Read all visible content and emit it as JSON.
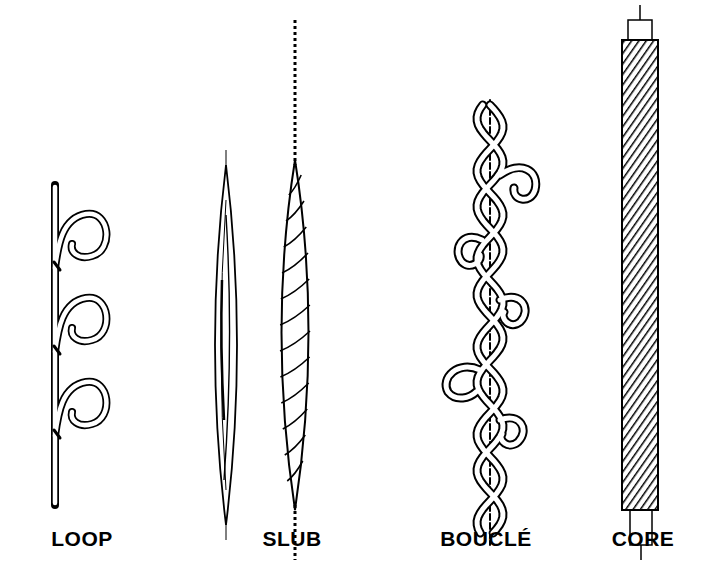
{
  "diagram": {
    "labels": [
      "LOOP",
      "SLUB",
      "BOUCLÉ",
      "CORE"
    ]
  }
}
